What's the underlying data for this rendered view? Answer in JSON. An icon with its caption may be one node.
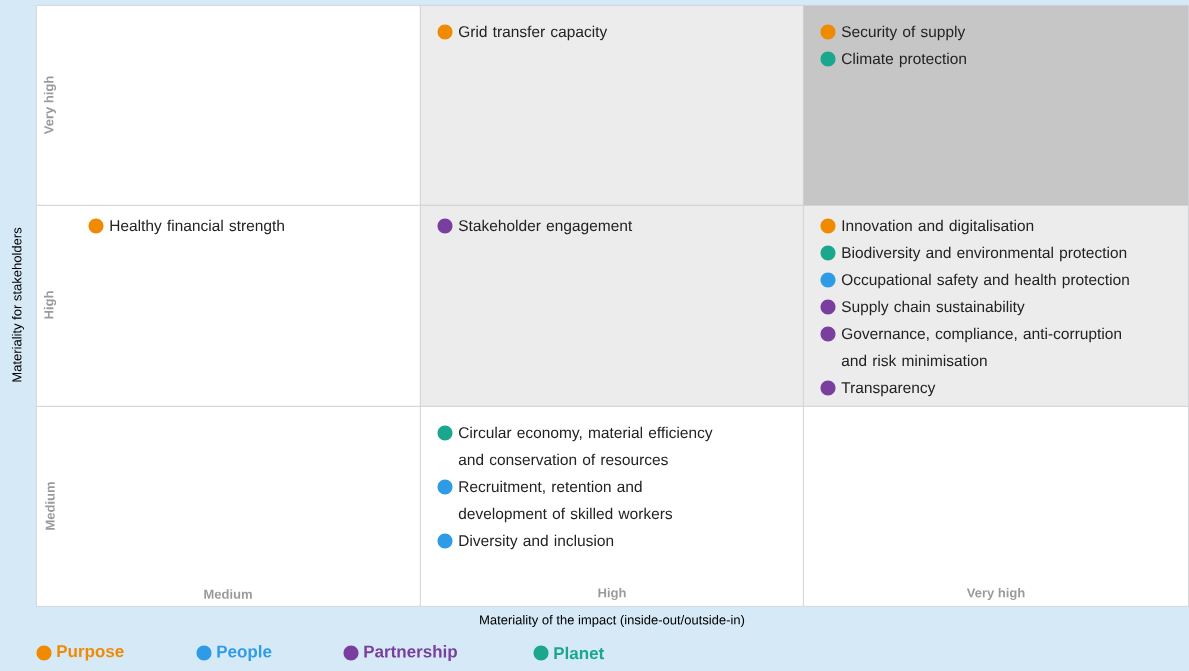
{
  "diagram": {
    "nodes": [
      {
        "text": [],
        "shape": "box"
      },
      {
        "text": [
          "Grid transfer capacity"
        ]
      },
      {
        "text": [
          "Security of supply",
          "Climate protection"
        ]
      },
      {
        "text": [
          "Healthy financial strength"
        ]
      },
      {
        "text": [
          "Stakeholder engagement"
        ]
      },
      {
        "text": [
          "Innovation and digitalisation",
          "Biodiversity and environmental protection",
          "Occupational safety and health protection",
          "Supply chain sustainability",
          "Governance, compliance, anti-corruption and risk minimisation",
          "Transparency"
        ]
      },
      {
        "text": [],
        "shape": "box"
      },
      {
        "text": [
          "Circular economy, material efficiency and conservation of resources",
          "Recruitment, retention and development of skilled workers",
          "Diversity and inclusion"
        ]
      },
      {
        "text": [],
        "shape": "box"
      }
    ],
    "labels": [
      "Materiality for stakeholders",
      "Very high",
      "High",
      "Medium",
      "Medium",
      "High",
      "Very high",
      "Materiality of the impact (inside-out/outside-in)"
    ],
    "legend": [
      {
        "text": "Purpose",
        "color": "#f08a00"
      },
      {
        "text": "People",
        "color": "#2e9be6"
      },
      {
        "text": "Partnership",
        "color": "#7a3f9e"
      },
      {
        "text": "Planet",
        "color": "#1aa78e"
      }
    ]
  }
}
